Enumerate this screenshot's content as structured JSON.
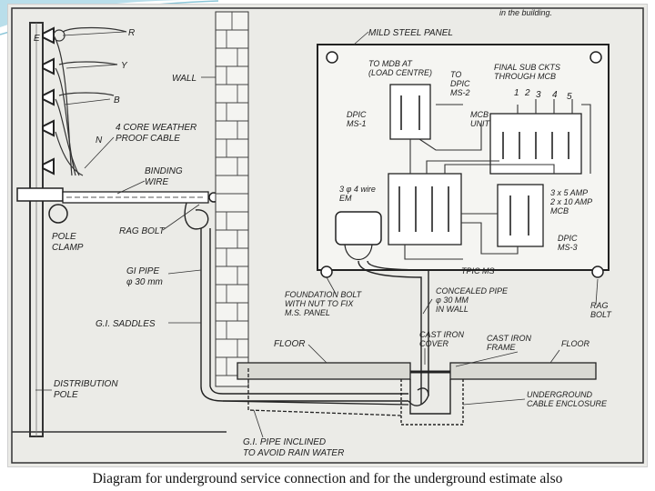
{
  "slide": {
    "caption": "Diagram for underground service connection and for the underground estimate also"
  },
  "diagram": {
    "top_fragment": "in the building.",
    "labels": {
      "r": "R",
      "y": "Y",
      "b": "B",
      "n": "N",
      "e": "E",
      "wall": "WALL",
      "cable_1": "4 CORE WEATHER",
      "cable_2": "PROOF CABLE",
      "binding_1": "BINDING",
      "binding_2": "WIRE",
      "rag_bolt_left": "RAG BOLT",
      "pole_clamp_1": "POLE",
      "pole_clamp_2": "CLAMP",
      "gi_pipe_1": "GI PIPE",
      "gi_pipe_2": "φ 30 mm",
      "gi_saddles": "G.I. SADDLES",
      "floor_left": "FLOOR",
      "dist_pole_1": "DISTRIBUTION",
      "dist_pole_2": "POLE",
      "gi_inclined_1": "G.I. PIPE INCLINED",
      "gi_inclined_2": "TO AVOID RAIN WATER",
      "panel": "MILD STEEL PANEL",
      "to_mdb_1": "TO MDB AT",
      "to_mdb_2": "(LOAD CENTRE)",
      "to_dpic_1": "TO",
      "to_dpic_2": "DPIC",
      "to_dpic_3": "MS-2",
      "final_sub_1": "FINAL SUB CKTS",
      "final_sub_2": "THROUGH MCB",
      "dpic_ms1_1": "DPIC",
      "dpic_ms1_2": "MS-1",
      "mcb_unit_1": "MCB",
      "mcb_unit_2": "UNIT",
      "n1": "1",
      "n2": "2",
      "n3": "3",
      "n4": "4",
      "n5": "5",
      "em_1": "3 φ 4 wire",
      "em_2": "EM",
      "amp_1": "3 x 5 AMP",
      "amp_2": "2 x 10 AMP",
      "amp_3": "MCB",
      "dpic_ms3_1": "DPIC",
      "dpic_ms3_2": "MS-3",
      "tpic_ms": "TPIC MS",
      "rag_bolt_right_1": "RAG",
      "rag_bolt_right_2": "BOLT",
      "foundation_1": "FOUNDATION BOLT",
      "foundation_2": "WITH NUT TO FIX",
      "foundation_3": "M.S. PANEL",
      "concealed_1": "CONCEALED PIPE",
      "concealed_2": "φ 30 MM",
      "concealed_3": "IN WALL",
      "ci_cover_1": "CAST IRON",
      "ci_cover_2": "COVER",
      "ci_frame_1": "CAST IRON",
      "ci_frame_2": "FRAME",
      "floor_right": "FLOOR",
      "enclosure_1": "UNDERGROUND",
      "enclosure_2": "CABLE ENCLOSURE"
    }
  }
}
